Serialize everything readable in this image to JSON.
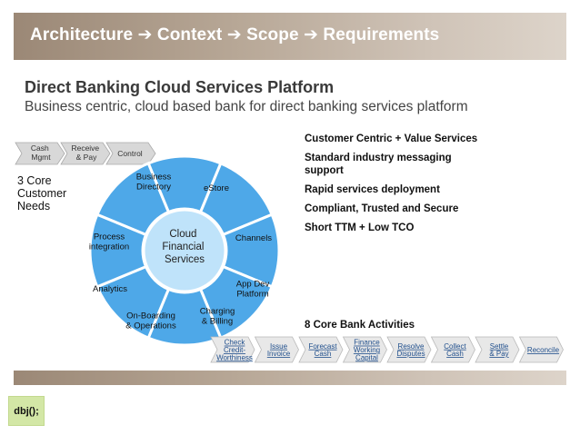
{
  "title": "Architecture ➔ Context ➔ Scope ➔ Requirements",
  "heading": "Direct Banking Cloud Services Platform",
  "subheading": "Business centric, cloud based bank for direct banking services platform",
  "customer_needs": {
    "label_lines": [
      "3 Core",
      "Customer",
      "Needs"
    ],
    "items": [
      {
        "lines": [
          "Cash",
          "Mgmt"
        ]
      },
      {
        "lines": [
          "Receive",
          "& Pay"
        ]
      },
      {
        "lines": [
          "Control"
        ]
      }
    ]
  },
  "wheel": {
    "center_lines": [
      "Cloud",
      "Financial",
      "Services"
    ],
    "segments": [
      {
        "lines": [
          "Business",
          "Directory"
        ]
      },
      {
        "lines": [
          "eStore"
        ]
      },
      {
        "lines": [
          "Channels"
        ]
      },
      {
        "lines": [
          "App Dev",
          "Platform"
        ]
      },
      {
        "lines": [
          "Charging",
          "& Billing"
        ]
      },
      {
        "lines": [
          "On-Boarding",
          "& Operations"
        ]
      },
      {
        "lines": [
          "Analytics"
        ]
      },
      {
        "lines": [
          "Process",
          "integration"
        ]
      }
    ]
  },
  "value_points": [
    "Customer Centric + Value Services",
    "Standard industry messaging\nsupport",
    "Rapid services deployment",
    "Compliant, Trusted and Secure",
    "Short TTM + Low TCO"
  ],
  "activities_label": "8 Core Bank Activities",
  "activities": [
    {
      "lines": [
        "Check",
        "Credit-",
        "Worthiness"
      ]
    },
    {
      "lines": [
        "Issue",
        "Invoice"
      ]
    },
    {
      "lines": [
        "Forecast",
        "Cash"
      ]
    },
    {
      "lines": [
        "Finance",
        "Working",
        "Capital"
      ]
    },
    {
      "lines": [
        "Resolve",
        "Disputes"
      ]
    },
    {
      "lines": [
        "Collect",
        "Cash"
      ]
    },
    {
      "lines": [
        "Settle",
        "& Pay"
      ]
    },
    {
      "lines": [
        "Reconcile"
      ]
    }
  ],
  "logo_text": "dbj();",
  "colors": {
    "wheel_outer": "#4ea8e8",
    "wheel_center": "#bfe3fa",
    "chevron_gray": "#d7d7d7",
    "banner": "#b7a796"
  }
}
